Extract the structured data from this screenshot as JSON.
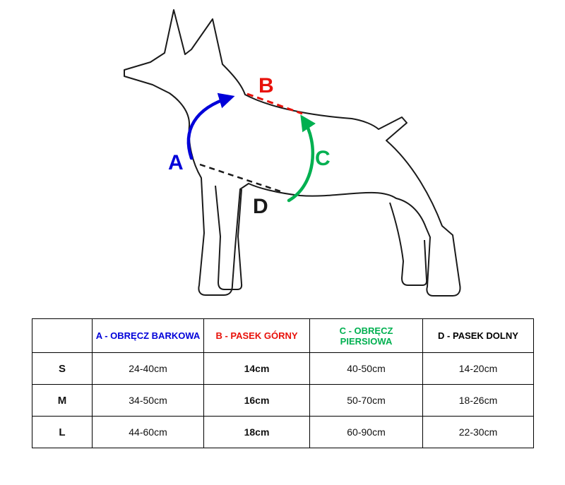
{
  "page": {
    "background": "#ffffff"
  },
  "colors": {
    "measure_a_blue": "#0000d9",
    "measure_b_red": "#e8110a",
    "measure_c_green": "#00b050",
    "measure_d_black": "#1a1a1a",
    "dog_outline": "#1a1a1a"
  },
  "diagram": {
    "label_a": "A",
    "label_b": "B",
    "label_c": "C",
    "label_d": "D"
  },
  "table": {
    "headers": {
      "size": "",
      "a": "A - OBRĘCZ BARKOWA",
      "b": "B - PASEK GÓRNY",
      "c": "C - OBRĘCZ PIERSIOWA",
      "d": "D - PASEK DOLNY"
    },
    "rows": [
      {
        "size": "S",
        "a": "24-40cm",
        "b": "14cm",
        "c": "40-50cm",
        "d": "14-20cm"
      },
      {
        "size": "M",
        "a": "34-50cm",
        "b": "16cm",
        "c": "50-70cm",
        "d": "18-26cm"
      },
      {
        "size": "L",
        "a": "44-60cm",
        "b": "18cm",
        "c": "60-90cm",
        "d": "22-30cm"
      }
    ]
  }
}
